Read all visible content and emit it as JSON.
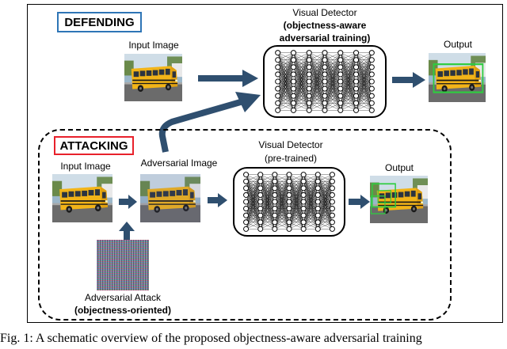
{
  "defending": {
    "tag": "DEFENDING",
    "input_label": "Input Image",
    "detector_title": "Visual Detector",
    "detector_subtitle_line1": "(objectness-aware",
    "detector_subtitle_line2": "adversarial training)",
    "output_label": "Output"
  },
  "attacking": {
    "tag": "ATTACKING",
    "input_label": "Input Image",
    "adversarial_label": "Adversarial Image",
    "detector_title": "Visual Detector",
    "detector_subtitle": "(pre-trained)",
    "output_label": "Output",
    "attack_label": "Adversarial Attack",
    "attack_sublabel": "(objectness-oriented)"
  },
  "caption": "Fig. 1: A schematic overview of the proposed objectness-aware adversarial training",
  "colors": {
    "defending_border": "#2e75b6",
    "attacking_border": "#e8212b",
    "arrow": "#2f4f6f",
    "detection_box": "#2ecc40"
  }
}
